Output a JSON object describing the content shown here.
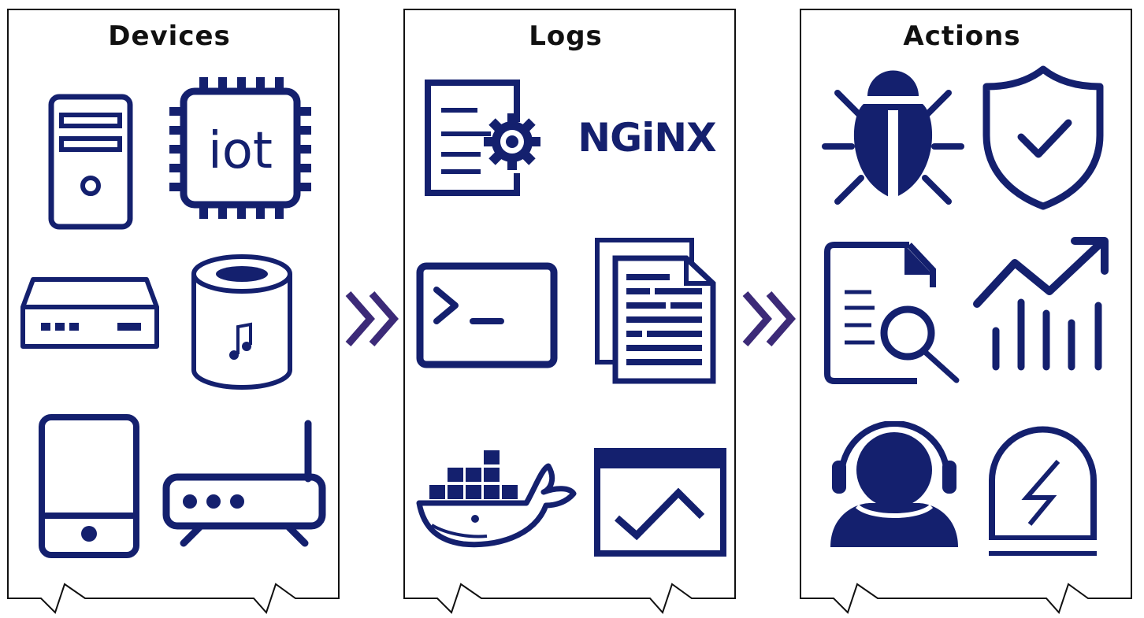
{
  "colors": {
    "icon": "#14206e",
    "arrow": "#3c2a78",
    "frame": "#111111"
  },
  "panels": [
    {
      "title": "Devices",
      "icons": [
        "server-tower-icon",
        "iot-chip-icon",
        "set-top-box-icon",
        "smart-speaker-icon",
        "tablet-icon",
        "wifi-router-icon"
      ],
      "iot_label": "iot"
    },
    {
      "title": "Logs",
      "icons": [
        "log-settings-document-icon",
        "nginx-logo-icon",
        "terminal-icon",
        "documents-icon",
        "docker-whale-icon",
        "monitoring-window-icon"
      ],
      "nginx_label": "NGiNX"
    },
    {
      "title": "Actions",
      "icons": [
        "bug-icon",
        "shield-check-icon",
        "document-search-icon",
        "trend-chart-icon",
        "support-agent-icon",
        "alarm-light-icon"
      ]
    }
  ]
}
